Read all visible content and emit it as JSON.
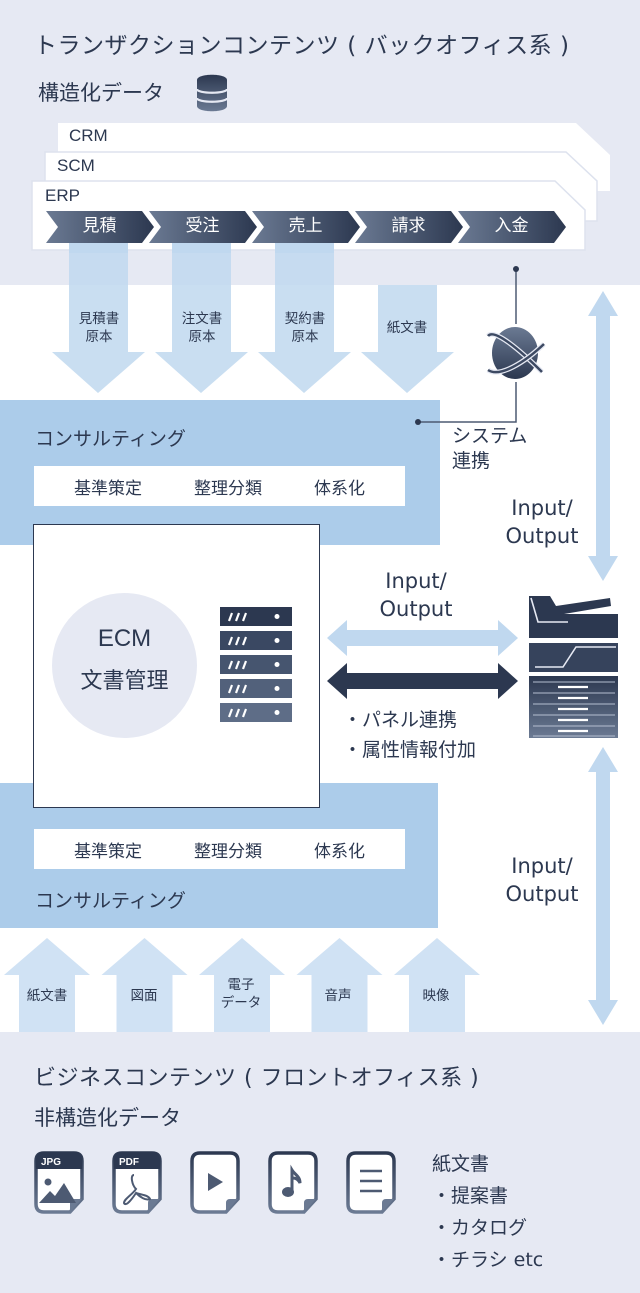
{
  "top_section": {
    "title": "トランザクションコンテンツ ( バックオフィス系 )",
    "subtitle": "構造化データ",
    "icon": "database-icon",
    "systems": [
      "CRM",
      "SCM",
      "ERP"
    ],
    "process_steps": [
      "見積",
      "受注",
      "売上",
      "請求",
      "入金"
    ]
  },
  "down_arrows": [
    {
      "line1": "見積書",
      "line2": "原本"
    },
    {
      "line1": "注文書",
      "line2": "原本"
    },
    {
      "line1": "契約書",
      "line2": "原本"
    },
    {
      "line1": "紙文書",
      "line2": ""
    }
  ],
  "system_link": {
    "icon": "globe-icon",
    "line1": "システム",
    "line2": "連携"
  },
  "consulting_top": {
    "title": "コンサルティング",
    "items": [
      "基準策定",
      "整理分類",
      "体系化"
    ]
  },
  "ecm": {
    "line1": "ECM",
    "line2": "文書管理",
    "icon": "server-rack-icon"
  },
  "io_labels": {
    "right_top": {
      "line1": "Input/",
      "line2": "Output"
    },
    "middle": {
      "line1": "Input/",
      "line2": "Output"
    },
    "right_bottom": {
      "line1": "Input/",
      "line2": "Output"
    }
  },
  "mfp_notes": [
    "・パネル連携",
    "・属性情報付加"
  ],
  "device_icon": "multifunction-printer-icon",
  "consulting_bottom": {
    "title": "コンサルティング",
    "items": [
      "基準策定",
      "整理分類",
      "体系化"
    ]
  },
  "up_arrows": [
    {
      "line1": "紙文書",
      "line2": ""
    },
    {
      "line1": "図面",
      "line2": ""
    },
    {
      "line1": "電子",
      "line2": "データ"
    },
    {
      "line1": "音声",
      "line2": ""
    },
    {
      "line1": "映像",
      "line2": ""
    }
  ],
  "bottom_section": {
    "title": "ビジネスコンテンツ ( フロントオフィス系 )",
    "subtitle": "非構造化データ",
    "file_icons": [
      {
        "name": "jpg-file-icon",
        "tag": "JPG"
      },
      {
        "name": "pdf-file-icon",
        "tag": "PDF"
      },
      {
        "name": "video-file-icon",
        "tag": ""
      },
      {
        "name": "audio-file-icon",
        "tag": ""
      },
      {
        "name": "text-file-icon",
        "tag": ""
      }
    ],
    "list_heading": "紙文書",
    "list_items": [
      "・提案書",
      "・カタログ",
      "・チラシ etc"
    ]
  },
  "colors": {
    "navy": "#2c3850",
    "slate": "#6b7a93",
    "light_blue": "#c0d8ef",
    "consult_blue": "#acccea",
    "section_bg": "#e6e9f3"
  }
}
